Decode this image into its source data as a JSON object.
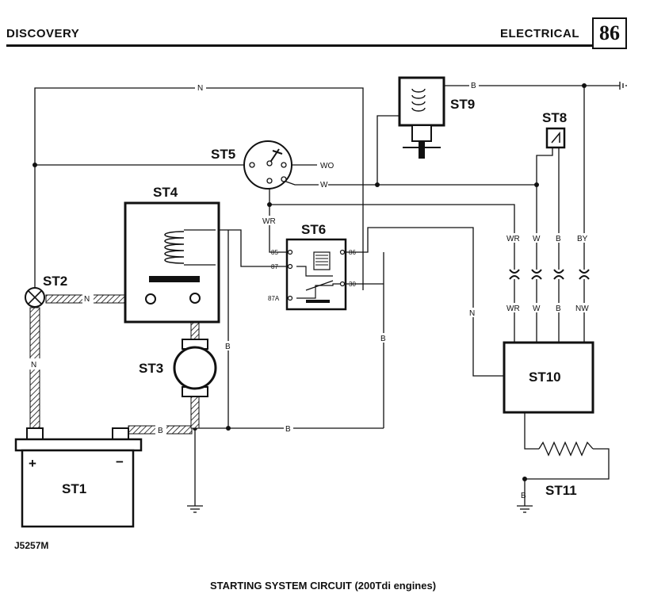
{
  "header": {
    "left_title": "DISCOVERY",
    "right_title": "ELECTRICAL",
    "page_number": "86"
  },
  "caption": "STARTING SYSTEM CIRCUIT (200Tdi engines)",
  "figure_id": "J5257M",
  "components": {
    "st1": "ST1",
    "st2": "ST2",
    "st3": "ST3",
    "st4": "ST4",
    "st5": "ST5",
    "st6": "ST6",
    "st8": "ST8",
    "st9": "ST9",
    "st10": "ST10",
    "st11": "ST11"
  },
  "battery_terminals": {
    "positive": "+",
    "negative": "−"
  },
  "relay_pins": {
    "p85": "85",
    "p86": "86",
    "p87": "87",
    "p87a": "87A",
    "p30": "30"
  },
  "wire_labels": {
    "n_top": "N",
    "b_top": "B",
    "wo": "WO",
    "w_switch": "W",
    "wr_switch": "WR",
    "n_st2": "N",
    "n_st2_vertical": "N",
    "b_st4": "B",
    "b_battery": "B",
    "b_bottom": "B",
    "b_mid": "B",
    "n_st10": "N",
    "b_st11": "B",
    "connector_top": [
      "WR",
      "W",
      "B",
      "BY"
    ],
    "connector_bottom": [
      "WR",
      "W",
      "B",
      "NW"
    ]
  }
}
